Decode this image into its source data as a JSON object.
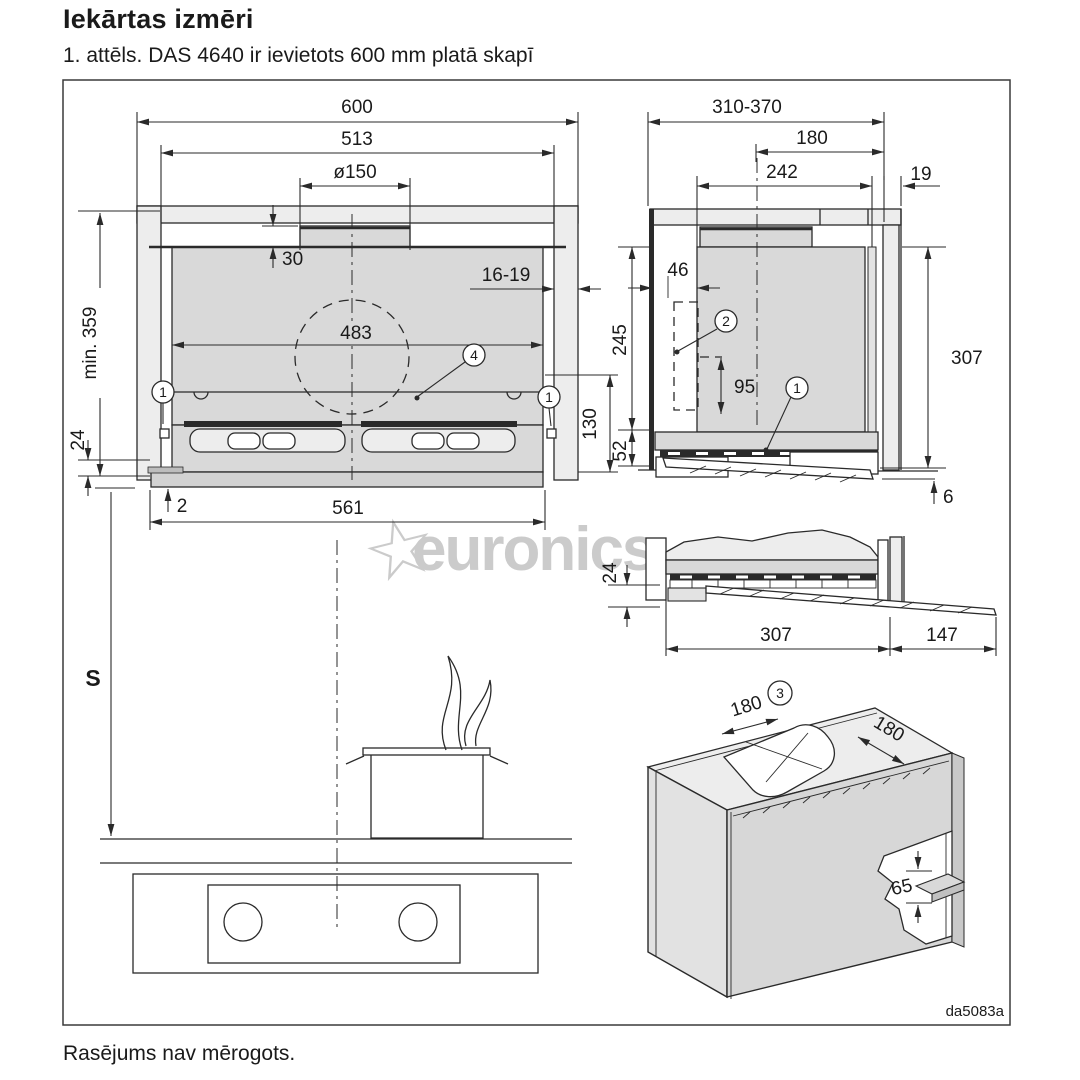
{
  "header": {
    "title": "Iekārtas izmēri",
    "caption": "1. attēls. DAS 4640 ir ievietots 600 mm platā skapī"
  },
  "footer": {
    "note": "Rasējums nav mērogots."
  },
  "watermark": {
    "star": "☆",
    "text": "euronics"
  },
  "drawing": {
    "code": "da5083a"
  },
  "front_view": {
    "dims": {
      "cabinet_width": "600",
      "body_width_top": "513",
      "duct_diameter": "ø150",
      "collar_height": "30",
      "side_panel_thickness": "16-19",
      "cutout_width": "483",
      "min_niche_height": "min. 359",
      "lower_edge": "24",
      "visor_offset": "2",
      "body_width": "561",
      "front_visible_height": "130",
      "hob_distance": "S"
    },
    "callouts": {
      "screw_left": "1",
      "screw_right": "1",
      "filter": "4"
    }
  },
  "section_view": {
    "dims": {
      "cabinet_depth": "310-370",
      "duct_rear_offset": "180",
      "body_depth": "242",
      "rear_panel": "19",
      "front_clearance": "46",
      "body_height": "245",
      "duct_axis": "95",
      "total_height": "307",
      "lower_section": "52",
      "bottom_protrusion": "6"
    },
    "callouts": {
      "flap": "1",
      "kit": "2"
    }
  },
  "pullout_view": {
    "dims": {
      "drop": "24",
      "body_depth": "307",
      "extension": "147"
    }
  },
  "iso_view": {
    "dims": {
      "cutout_width": "180",
      "cutout_depth": "180",
      "bracket_height": "65"
    },
    "callouts": {
      "cutout": "3"
    }
  }
}
